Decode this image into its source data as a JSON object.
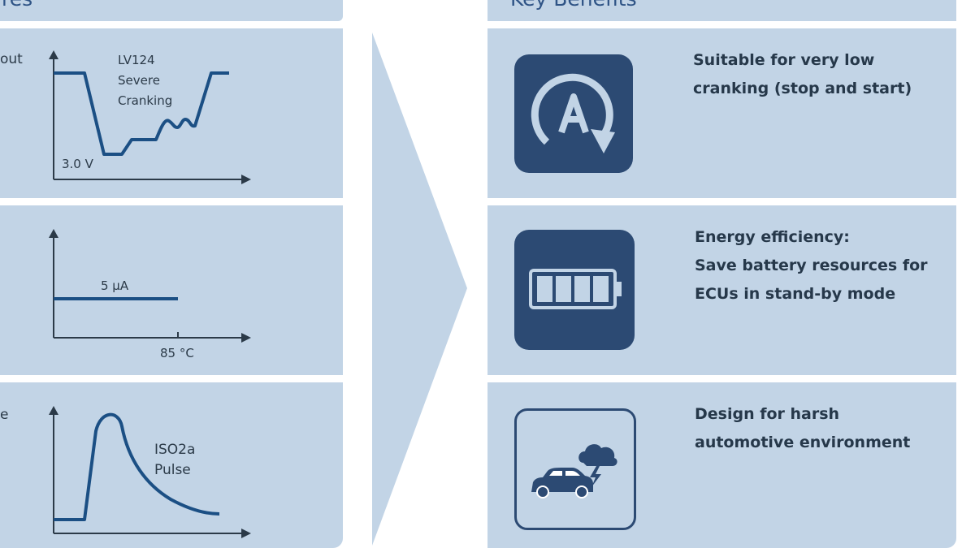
{
  "left_column": {
    "header_text": "res",
    "rows": [
      {
        "side_label": "out",
        "chart_annotation": [
          "LV124",
          "Severe",
          "Cranking"
        ],
        "min_label": "3.0 V"
      },
      {
        "side_label": "",
        "current_label": "5 μA",
        "temp_label": "85 °C"
      },
      {
        "side_label": "e",
        "pulse_label": [
          "ISO2a",
          "Pulse"
        ]
      }
    ]
  },
  "right_column": {
    "header_text": "Key Benefits",
    "benefits": [
      {
        "icon": "auto-start-stop-icon",
        "lines": [
          "Suitable for very low",
          "cranking (stop and start)"
        ]
      },
      {
        "icon": "battery-icon",
        "lines": [
          "Energy efficiency:",
          "Save battery resources for",
          "ECUs in stand-by mode"
        ]
      },
      {
        "icon": "car-storm-icon",
        "lines": [
          "Design for harsh",
          "automotive environment"
        ]
      }
    ]
  },
  "colors": {
    "panel": "#c2d4e6",
    "line": "#1b4f84",
    "icon_fill": "#2c4a73",
    "arrow": "#c2d4e6"
  }
}
